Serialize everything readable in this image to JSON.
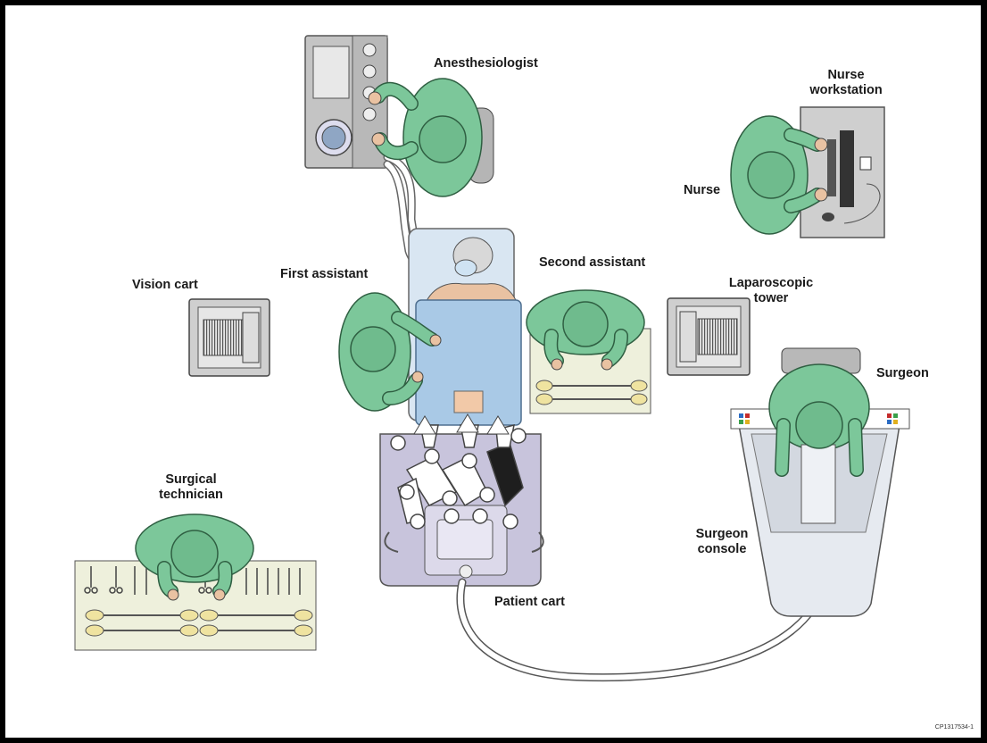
{
  "labels": {
    "anesthesiologist": "Anesthesiologist",
    "nurse_workstation_line1": "Nurse",
    "nurse_workstation_line2": "workstation",
    "nurse": "Nurse",
    "vision_cart": "Vision cart",
    "first_assistant": "First assistant",
    "second_assistant": "Second assistant",
    "laparoscopic_tower_line1": "Laparoscopic",
    "laparoscopic_tower_line2": "tower",
    "surgeon": "Surgeon",
    "surgical_technician_line1": "Surgical",
    "surgical_technician_line2": "technician",
    "surgeon_console_line1": "Surgeon",
    "surgeon_console_line2": "console",
    "patient_cart": "Patient cart"
  },
  "figure_code": "CP1317534-1",
  "colors": {
    "scrubs": "#7cc79a",
    "scrubs_dark": "#3f7d57",
    "drape": "#a9c9e6",
    "equipment": "#c9c9cf",
    "cart": "#c8c4dc",
    "console": "#e6eaf0",
    "skin": "#e9c2a2",
    "tray": "#eef0dc"
  }
}
